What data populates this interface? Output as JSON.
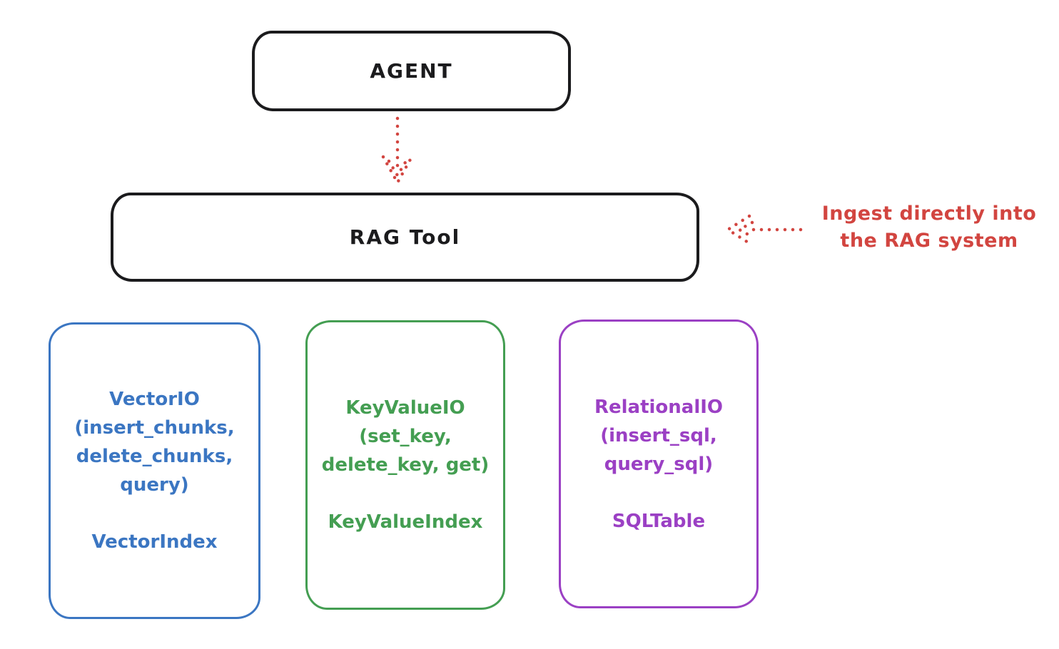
{
  "canvas": {
    "background": "#ffffff"
  },
  "colors": {
    "ink": "#1b1b1d",
    "red": "#d24540",
    "blue": "#3b76c2",
    "green": "#449e52",
    "purple": "#9b40c4"
  },
  "nodes": {
    "agent": {
      "label": "AGENT"
    },
    "rag_tool": {
      "label": "RAG Tool"
    },
    "vector_io": {
      "lines": [
        "VectorIO",
        "(insert_chunks,",
        "delete_chunks,",
        "query)"
      ],
      "index_label": "VectorIndex"
    },
    "key_value_io": {
      "lines": [
        "KeyValueIO",
        "(set_key,",
        "delete_key, get)"
      ],
      "index_label": "KeyValueIndex"
    },
    "relational_io": {
      "lines": [
        "RelationalIO",
        "(insert_sql,",
        "query_sql)"
      ],
      "index_label": "SQLTable"
    }
  },
  "annotation": {
    "line1": "Ingest directly into",
    "line2": "the RAG system"
  },
  "icons": {
    "agent_to_rag": "down-arrow-icon",
    "ingest_to_rag": "left-arrow-icon"
  }
}
